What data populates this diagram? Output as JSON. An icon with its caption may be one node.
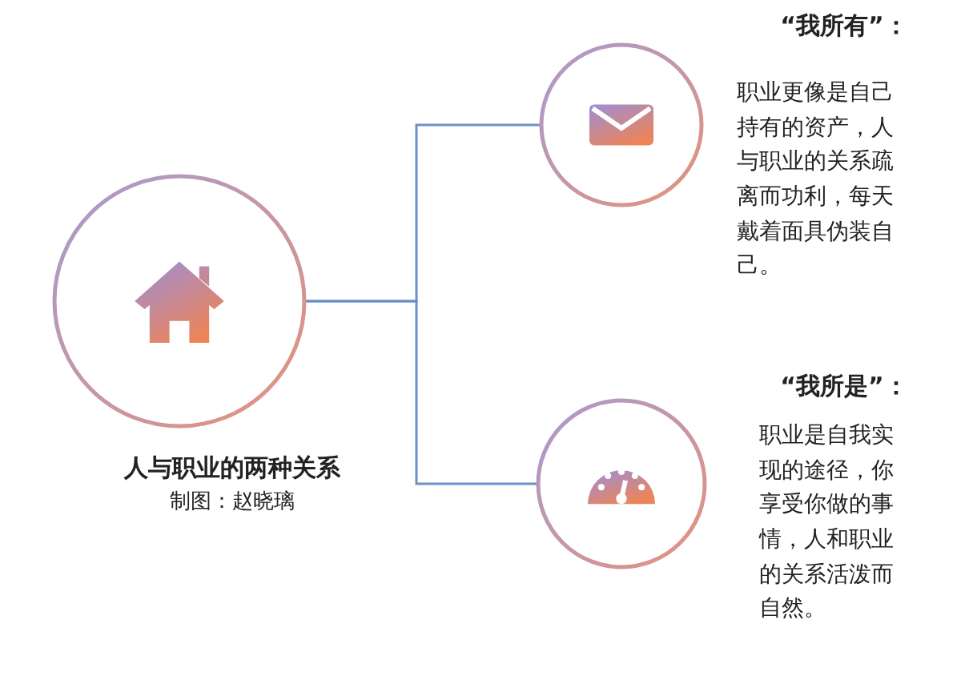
{
  "diagram": {
    "nodes": [
      {
        "text": [],
        "shape": "circle",
        "beside": [
          "人与职业的两种关系",
          "制图：赵晓璃"
        ]
      },
      {
        "text": [],
        "shape": "circle",
        "beside": [
          "“我所有”：",
          "职业更像是自己持有的资产，人与职业的关系疏离而功利，每天戴着面具伪装自己。"
        ]
      },
      {
        "text": [],
        "shape": "circle",
        "beside": [
          "“我所是”：",
          "职业是自我实现的途径，你享受你做的事情，人和职业的关系活泼而自然。"
        ]
      }
    ],
    "edges": [
      {
        "from": 0,
        "to": 1,
        "arrow": "none"
      },
      {
        "from": 0,
        "to": 2,
        "arrow": "none"
      }
    ]
  }
}
